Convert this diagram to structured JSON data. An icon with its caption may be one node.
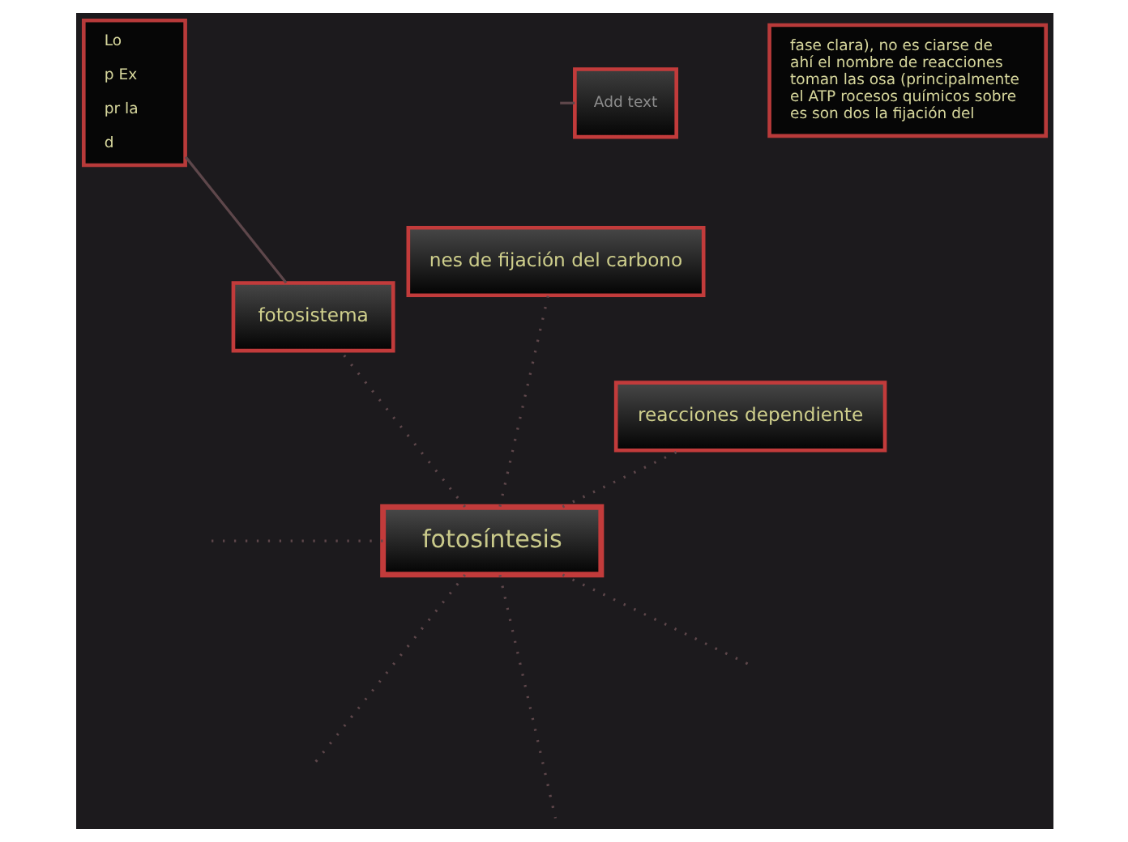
{
  "diagram": {
    "nodes": [
      {
        "text": [
          "fase clara), no es ciarse de ahí el nombre de reacciones toman las osa (principalmente el ATP rocesos químicos sobre es son dos la fijación del"
        ]
      },
      {
        "text": [
          "reacciones dependiente"
        ]
      },
      {
        "text": [
          "Add text"
        ]
      },
      {
        "text": [
          "fotosíntesis"
        ]
      },
      {
        "text": [
          "nes de fijación del carbono"
        ]
      },
      {
        "text": [
          "fotosistema"
        ]
      },
      {
        "text": [
          "Lo",
          "p Ex",
          "pr la",
          "d"
        ]
      }
    ],
    "edges": [
      {
        "from": 3,
        "to": null,
        "arrow": "none",
        "style": "dashed"
      },
      {
        "from": 3,
        "to": null,
        "arrow": "none",
        "style": "dashed"
      },
      {
        "from": 3,
        "to": 1,
        "arrow": "none",
        "style": "dashed"
      },
      {
        "from": 3,
        "to": 4,
        "arrow": "none",
        "style": "dashed"
      },
      {
        "from": 3,
        "to": null,
        "arrow": "none",
        "style": "dashed"
      },
      {
        "from": 3,
        "to": null,
        "arrow": "none",
        "style": "dashed"
      },
      {
        "from": 3,
        "to": 5,
        "arrow": "none",
        "style": "dashed"
      },
      {
        "from": 5,
        "to": 6,
        "arrow": "none"
      },
      {
        "from": null,
        "to": 2,
        "arrow": "none"
      }
    ]
  }
}
